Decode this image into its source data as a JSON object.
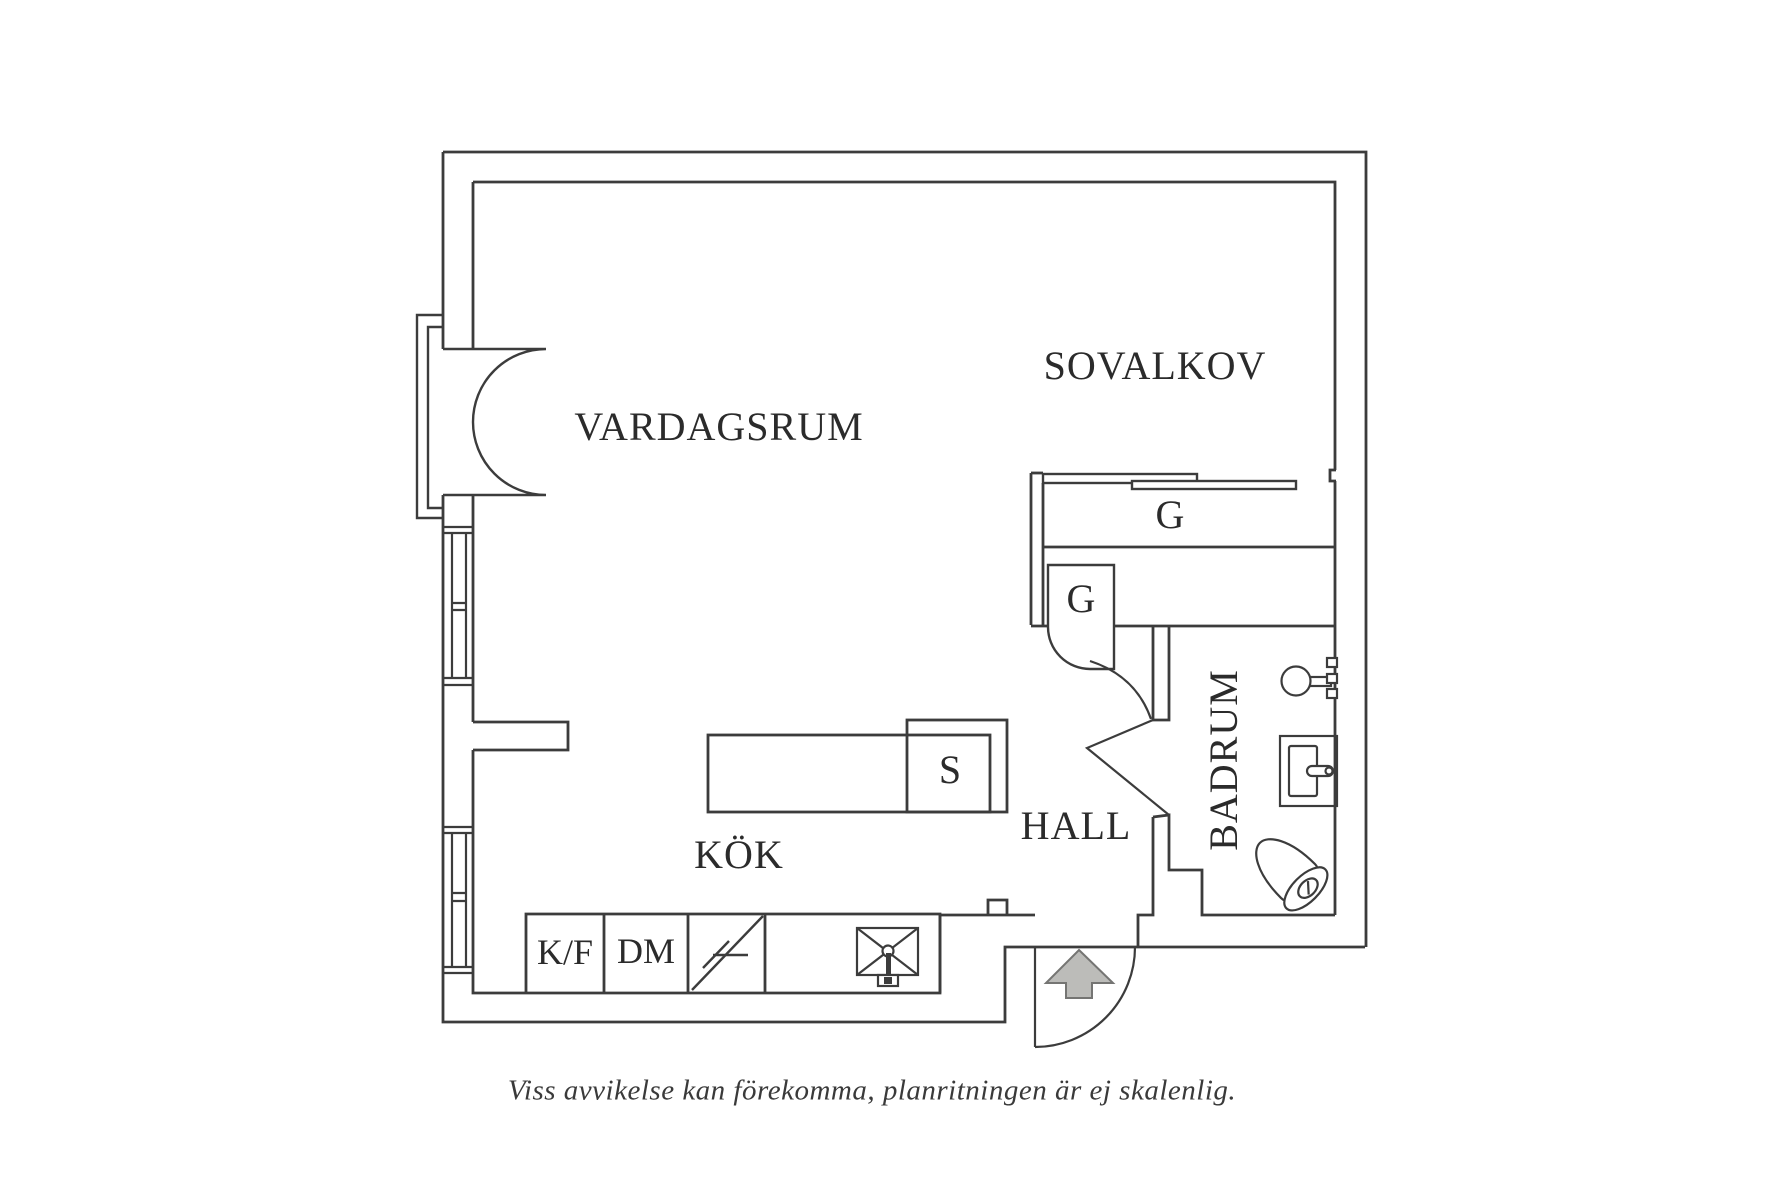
{
  "plan_labels": {
    "vardagsrum": "VARDAGSRUM",
    "sovalkov": "SOVALKOV",
    "kok": "KÖK",
    "hall": "HALL",
    "badrum": "BADRUM",
    "wardrobe_large": "G",
    "wardrobe_small": "G",
    "sofa": "S",
    "fridge_freezer": "K/F",
    "dishwasher": "DM"
  },
  "caption": "Viss avvikelse kan förekomma, planritningen är ej skalenlig.",
  "icons": {
    "entrance_arrow": "entrance-arrow-icon",
    "entrance_door": "door-swing-icon",
    "bathroom_door": "door-swing-icon",
    "balcony_door": "balcony-double-door-icon",
    "window": "window-icon",
    "sliding_wardrobe": "sliding-doors-icon",
    "toilet": "toilet-icon",
    "washbasin": "washbasin-icon",
    "round_sink": "round-sink-icon",
    "kitchen_sink": "kitchen-sink-icon",
    "stove": "stove-icon"
  },
  "colors": {
    "background": "#ffffff",
    "line": "#3c3c3c",
    "text": "#2b2b2b",
    "arrow_fill": "#bcbcb9",
    "arrow_stroke": "#757573"
  }
}
